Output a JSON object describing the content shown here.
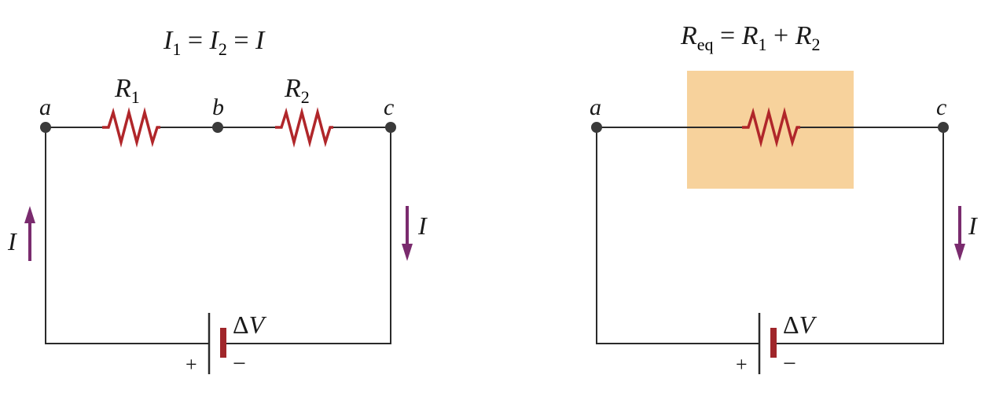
{
  "colors": {
    "resistor": "#b0262a",
    "arrow": "#7a2b6e",
    "highlight": "#f7d29c",
    "wire": "#2a2a2a",
    "battery_negative": "#a0262a"
  },
  "left_circuit": {
    "equation": {
      "i1": "I",
      "i1_sub": "1",
      "eq1": " = ",
      "i2": "I",
      "i2_sub": "2",
      "eq2": " = ",
      "i": "I"
    },
    "nodes": {
      "a": "a",
      "b": "b",
      "c": "c"
    },
    "resistors": [
      {
        "symbol": "R",
        "sub": "1"
      },
      {
        "symbol": "R",
        "sub": "2"
      }
    ],
    "current_left": "I",
    "current_right": "I",
    "battery": {
      "voltage_symbol": "Δ",
      "voltage_var": "V",
      "plus": "+",
      "minus": "−"
    }
  },
  "right_circuit": {
    "equation": {
      "req": "R",
      "req_sub": "eq",
      "eq": " = ",
      "r1": "R",
      "r1_sub": "1",
      "plus": " + ",
      "r2": "R",
      "r2_sub": "2"
    },
    "nodes": {
      "a": "a",
      "c": "c"
    },
    "current_right": "I",
    "battery": {
      "voltage_symbol": "Δ",
      "voltage_var": "V",
      "plus": "+",
      "minus": "−"
    }
  }
}
